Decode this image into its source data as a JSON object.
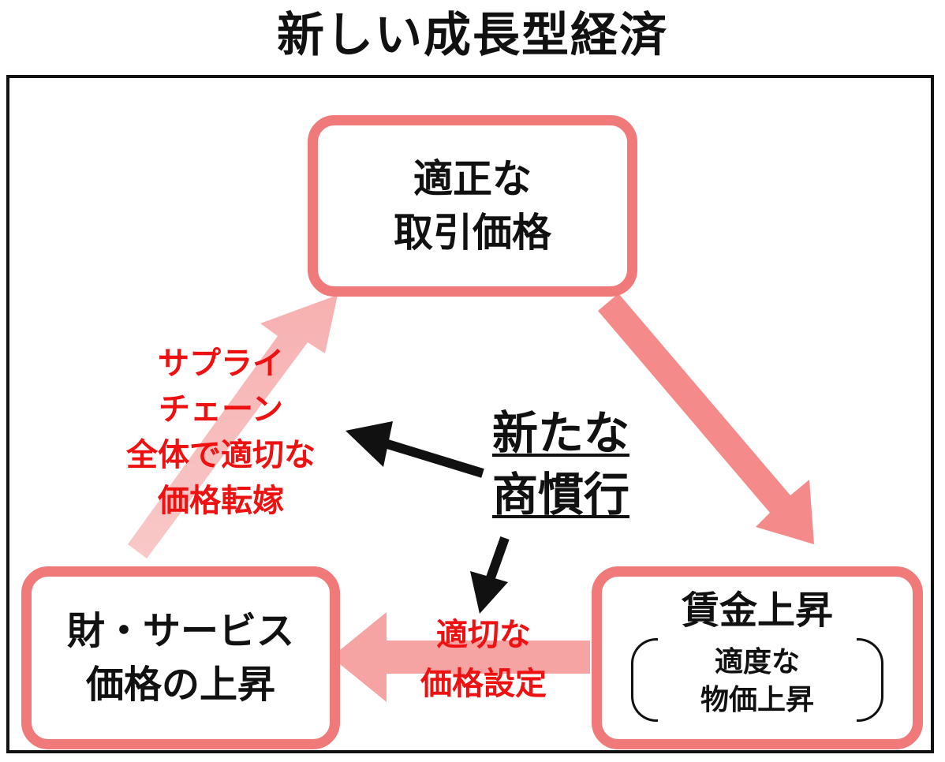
{
  "title": "新しい成長型経済",
  "nodes": {
    "fair_price": {
      "line1": "適正な",
      "line2": "取引価格"
    },
    "goods_price": {
      "line1": "財・サービス",
      "line2": "価格の上昇"
    },
    "wage": {
      "main": "賃金上昇",
      "sub_line1": "適度な",
      "sub_line2": "物価上昇"
    }
  },
  "center": {
    "line1": "新たな",
    "line2": "商慣行"
  },
  "edge_labels": {
    "supply_chain": {
      "line1": "サプライ",
      "line2": "チェーン",
      "line3": "全体で適切な",
      "line4": "価格転嫁"
    },
    "pricing": {
      "line1": "適切な",
      "line2": "価格設定"
    }
  },
  "colors": {
    "node_border": "#f0797a",
    "cycle_arrow": "#f48a8a",
    "cycle_arrow_light": "#f9c2c2",
    "edge_label_text": "#ee1111",
    "center_arrow": "#111111"
  }
}
